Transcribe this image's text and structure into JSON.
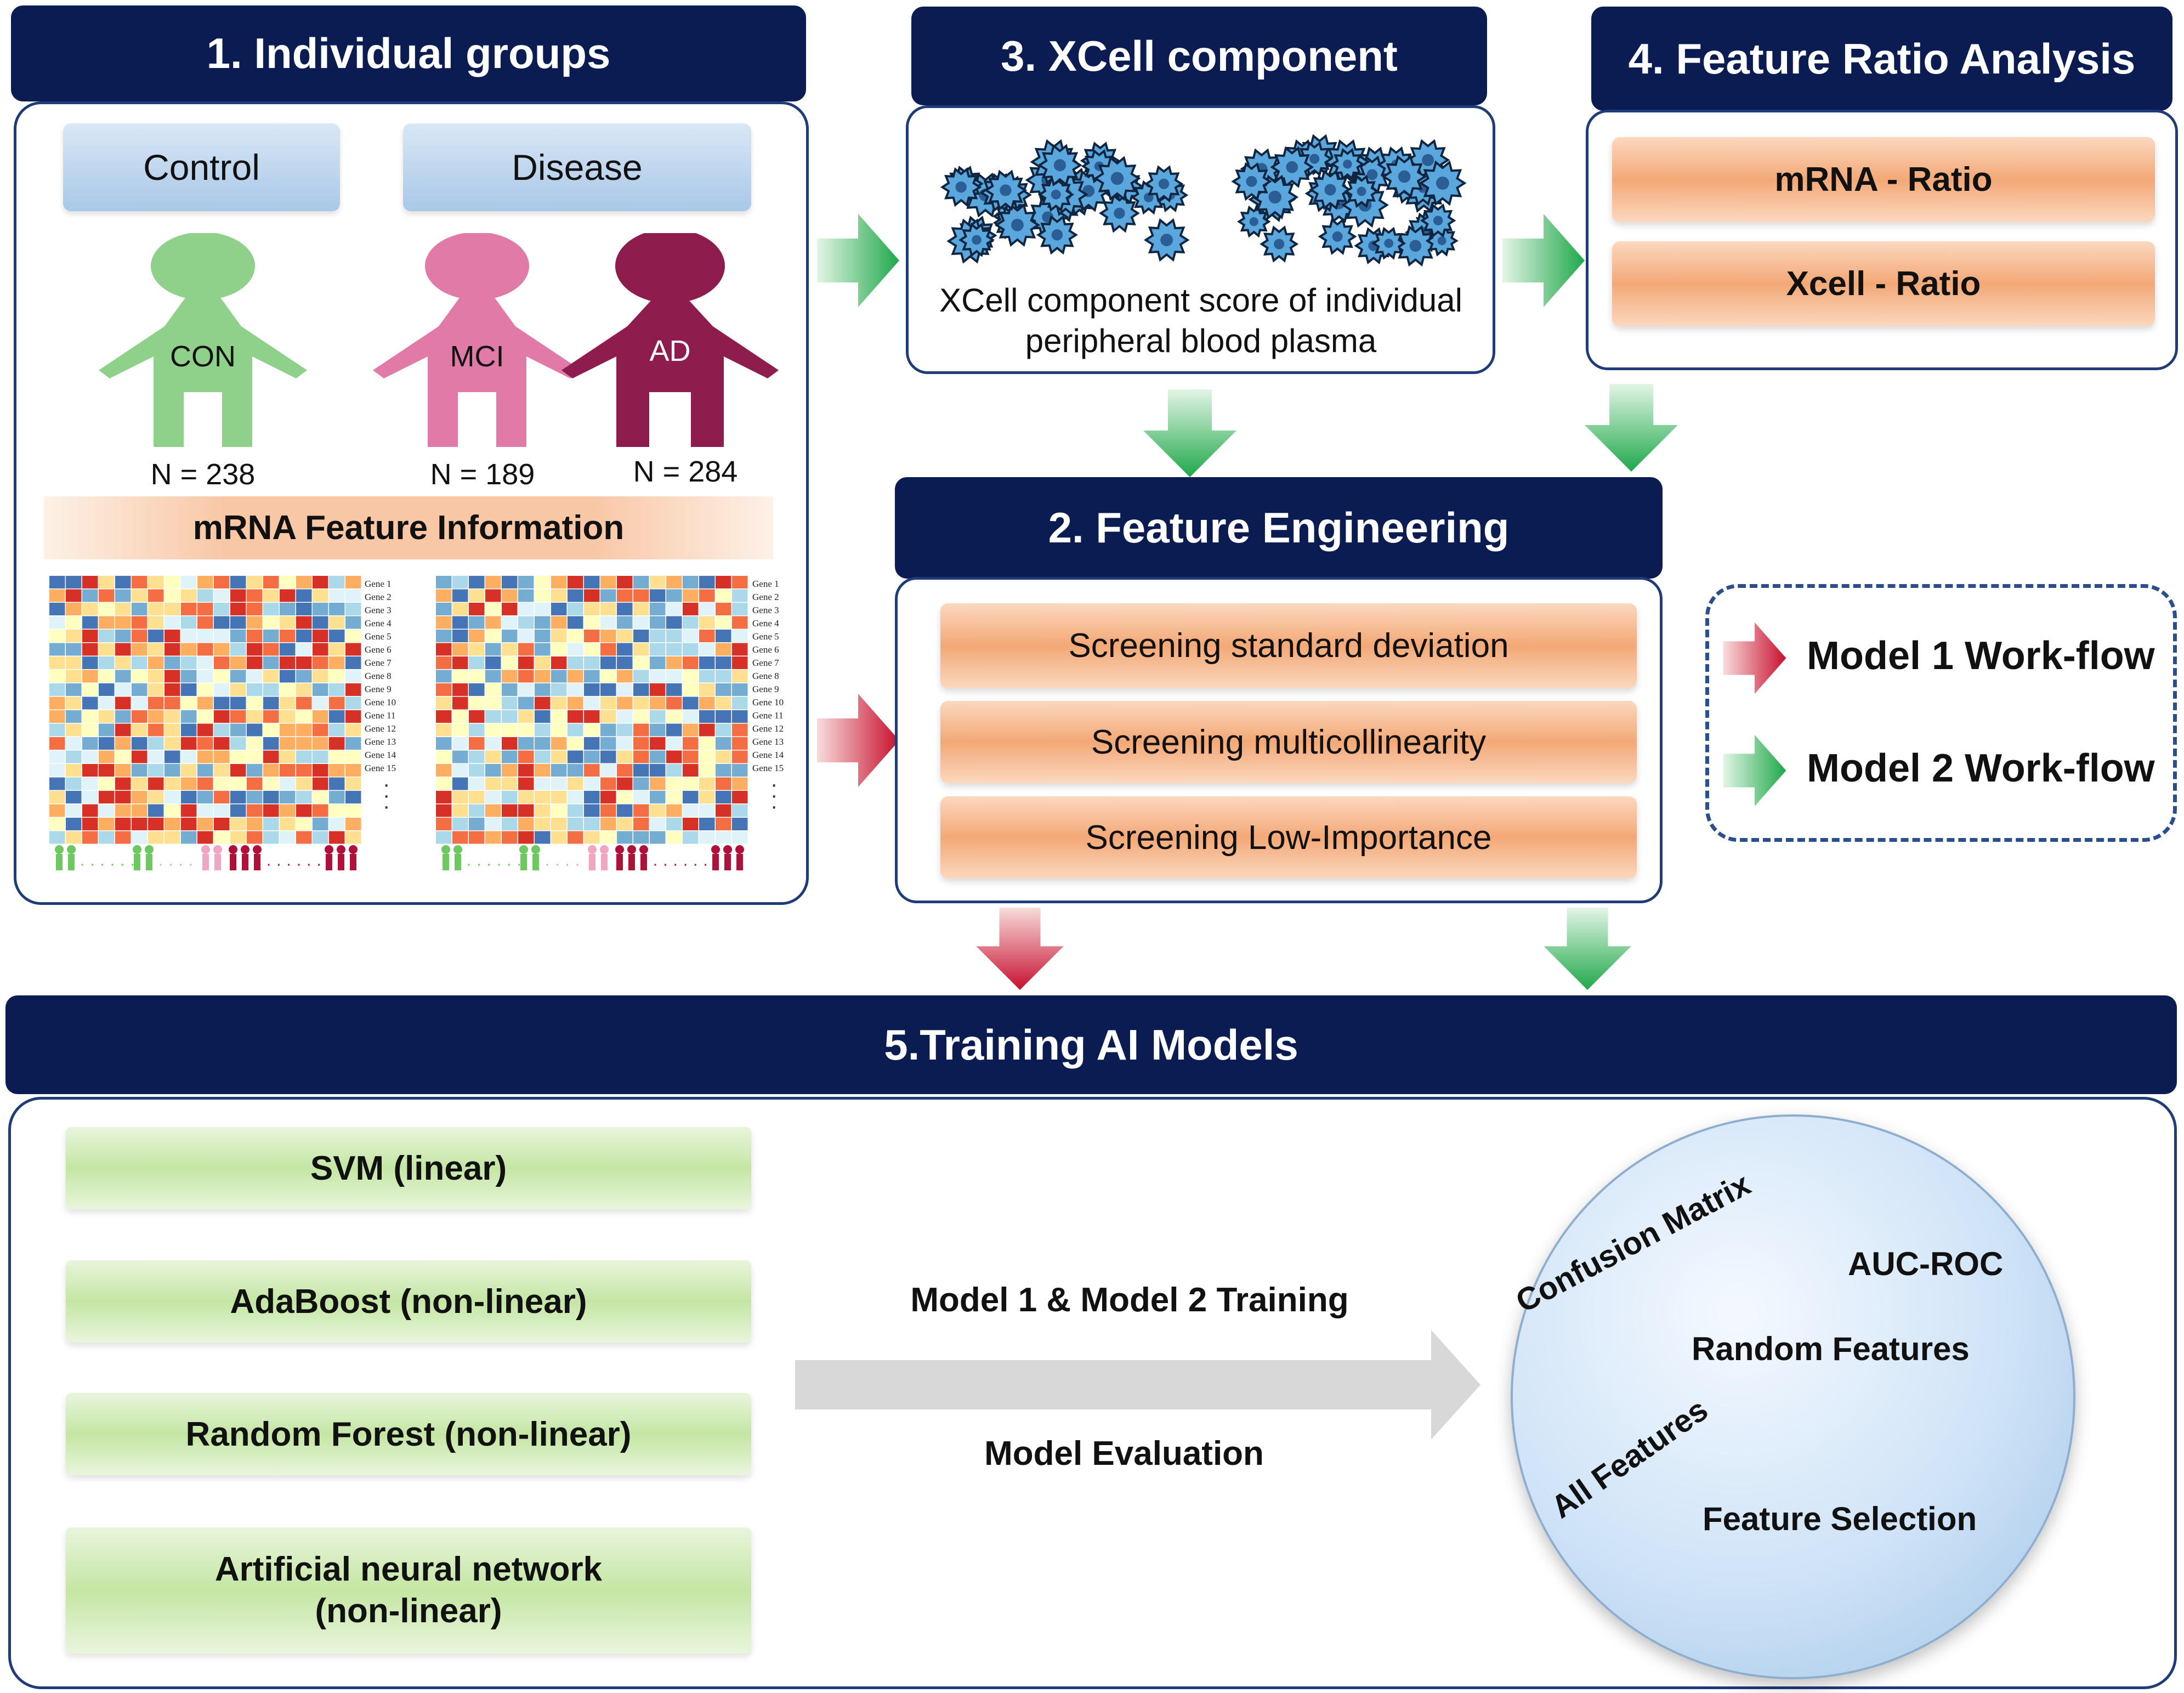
{
  "section1": {
    "title": "1. Individual groups",
    "control_label": "Control",
    "disease_label": "Disease",
    "groups": [
      {
        "label": "CON",
        "n": "N = 238",
        "color": "#8fd18a"
      },
      {
        "label": "MCI",
        "n": "N = 189",
        "color": "#e27aa8"
      },
      {
        "label": "AD",
        "n": "N = 284",
        "color": "#8e1d4e"
      }
    ],
    "mrna_info": "mRNA Feature Information",
    "gene_labels": [
      "Gene 1",
      "Gene 2",
      "Gene 3",
      "Gene 4",
      "Gene 5",
      "Gene 6",
      "Gene 7",
      "Gene 8",
      "Gene 9",
      "Gene 10",
      "Gene 11",
      "Gene 12",
      "Gene 13",
      "Gene 14",
      "Gene 15"
    ]
  },
  "section3": {
    "title": "3. XCell component",
    "caption_line1": "XCell component score of individual",
    "caption_line2": "peripheral blood plasma"
  },
  "section4": {
    "title": "4. Feature Ratio Analysis",
    "items": [
      "mRNA - Ratio",
      "Xcell - Ratio"
    ]
  },
  "section2": {
    "title": "2. Feature Engineering",
    "items": [
      "Screening standard deviation",
      "Screening multicollinearity",
      "Screening Low-Importance"
    ]
  },
  "legend": {
    "model1": "Model 1 Work-flow",
    "model2": "Model 2 Work-flow",
    "red": "#c8102e",
    "green": "#1fa84a"
  },
  "section5": {
    "title": "5.Training AI Models",
    "models": [
      "SVM  (linear)",
      "AdaBoost (non-linear)",
      "Random Forest (non-linear)",
      "Artificial neural network",
      "(non-linear)"
    ],
    "training_label": "Model 1 & Model 2 Training",
    "evaluation_label": "Model Evaluation",
    "circle_items": [
      "Confusion Matrix",
      "AUC-ROC",
      "Random Features",
      "All Features",
      "Feature Selection"
    ]
  }
}
